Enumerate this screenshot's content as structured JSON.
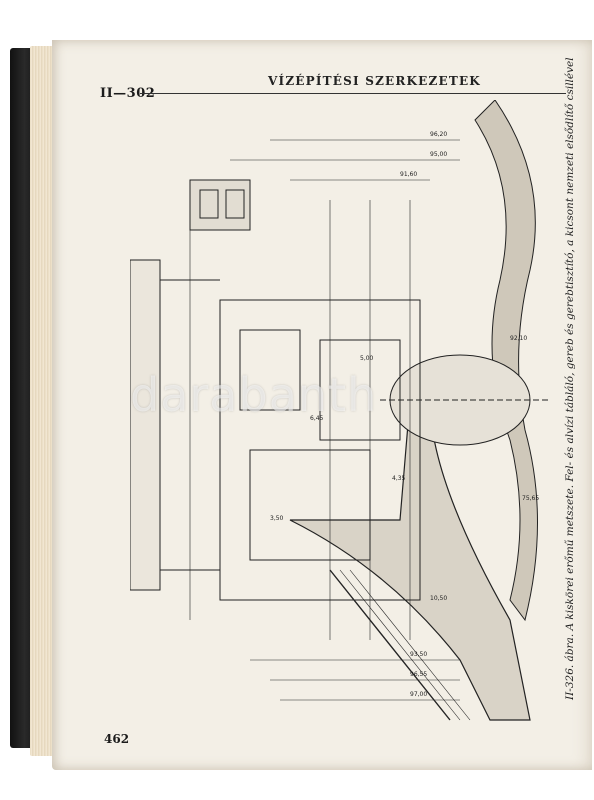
{
  "header": {
    "section_number": "II—302",
    "title": "VÍZÉPÍTÉSI SZERKEZETEK"
  },
  "page_number": "462",
  "caption": "II-326. ábra. A kiskörei erőmű metszete. Fel- és alvízi tábláló, gereb és gerebtisztító, a kicsont nemzeti elsődlítő csillével",
  "watermark": "darabanth",
  "drawing": {
    "dimension_labels": [
      "95,00",
      "96,20",
      "91,60",
      "93,50",
      "96,55",
      "97,00",
      "6,45",
      "5,00",
      "4,35",
      "3,50",
      "10,50",
      "92,10",
      "75,65"
    ]
  },
  "colors": {
    "paper": "#f3efe6",
    "ink": "#222222",
    "spine": "#111111"
  }
}
